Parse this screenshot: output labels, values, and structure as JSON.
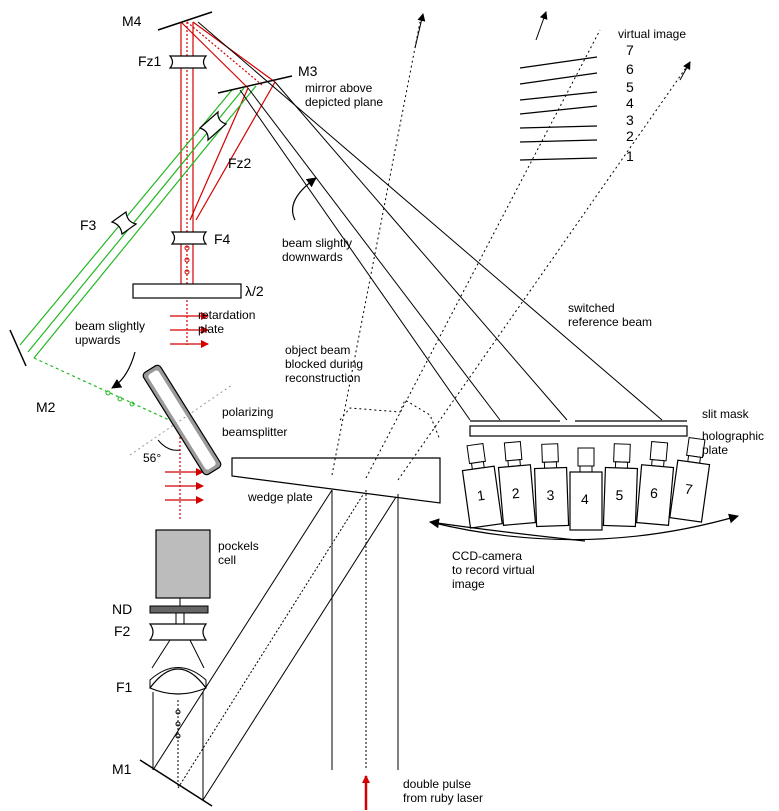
{
  "labels": {
    "m4": "M4",
    "m3": "M3",
    "m2": "M2",
    "m1": "M1",
    "fz1": "Fz1",
    "fz2": "Fz2",
    "f3": "F3",
    "f4": "F4",
    "f2": "F2",
    "f1": "F1",
    "nd": "ND",
    "lambda": "λ/2",
    "mirror_above_1": "mirror above",
    "mirror_above_2": "depicted plane",
    "beam_down_1": "beam slightly",
    "beam_down_2": "downwards",
    "beam_up_1": "beam slightly",
    "beam_up_2": "upwards",
    "retard_1": "retardation",
    "retard_2": "plate",
    "object_1": "object beam",
    "object_2": "blocked during",
    "object_3": "reconstruction",
    "switched_1": "switched",
    "switched_2": "reference beam",
    "polarizing": "polarizing",
    "beamsplitter": "beamsplitter",
    "angle": "56°",
    "wedge": "wedge plate",
    "pockels_1": "pockels",
    "pockels_2": "cell",
    "slit": "slit mask",
    "holo_1": "holographic",
    "holo_2": "plate",
    "ccd_1": "CCD-camera",
    "ccd_2": "to record virtual",
    "ccd_3": "image",
    "virtual": "virtual image",
    "laser_1": "double pulse",
    "laser_2": "from ruby laser"
  },
  "virtual_image_numbers": [
    "7",
    "6",
    "5",
    "4",
    "3",
    "2",
    "1"
  ],
  "camera_numbers": [
    "1",
    "2",
    "3",
    "4",
    "5",
    "6",
    "7"
  ],
  "colors": {
    "red": "#d40000",
    "green": "#22b822",
    "black": "#000000",
    "gray": "#7a7a7a",
    "dark_gray": "#666666"
  }
}
